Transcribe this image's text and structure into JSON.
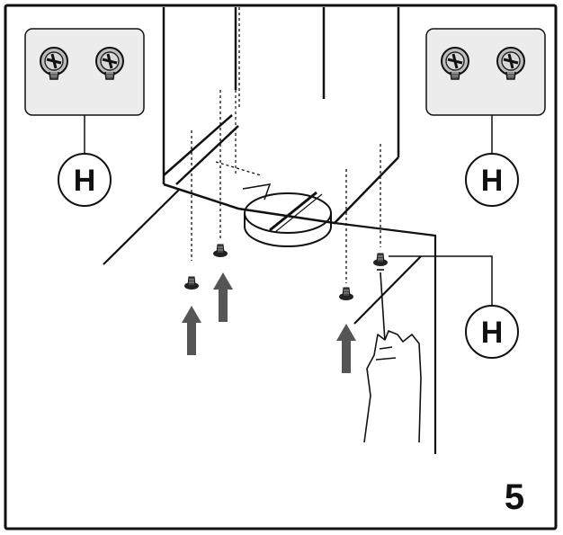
{
  "figure": {
    "step_number": "5",
    "callouts": [
      {
        "id": "left",
        "label": "H"
      },
      {
        "id": "right-top",
        "label": "H"
      },
      {
        "id": "right-bottom",
        "label": "H"
      }
    ]
  },
  "colors": {
    "line": "#111111",
    "arrow": "#555555",
    "screw_body": "#9a9a9a",
    "panel": "#ececec"
  },
  "icons": [
    "screw-icon",
    "arrow-up-icon",
    "screwdriver-icon",
    "hand-icon"
  ]
}
